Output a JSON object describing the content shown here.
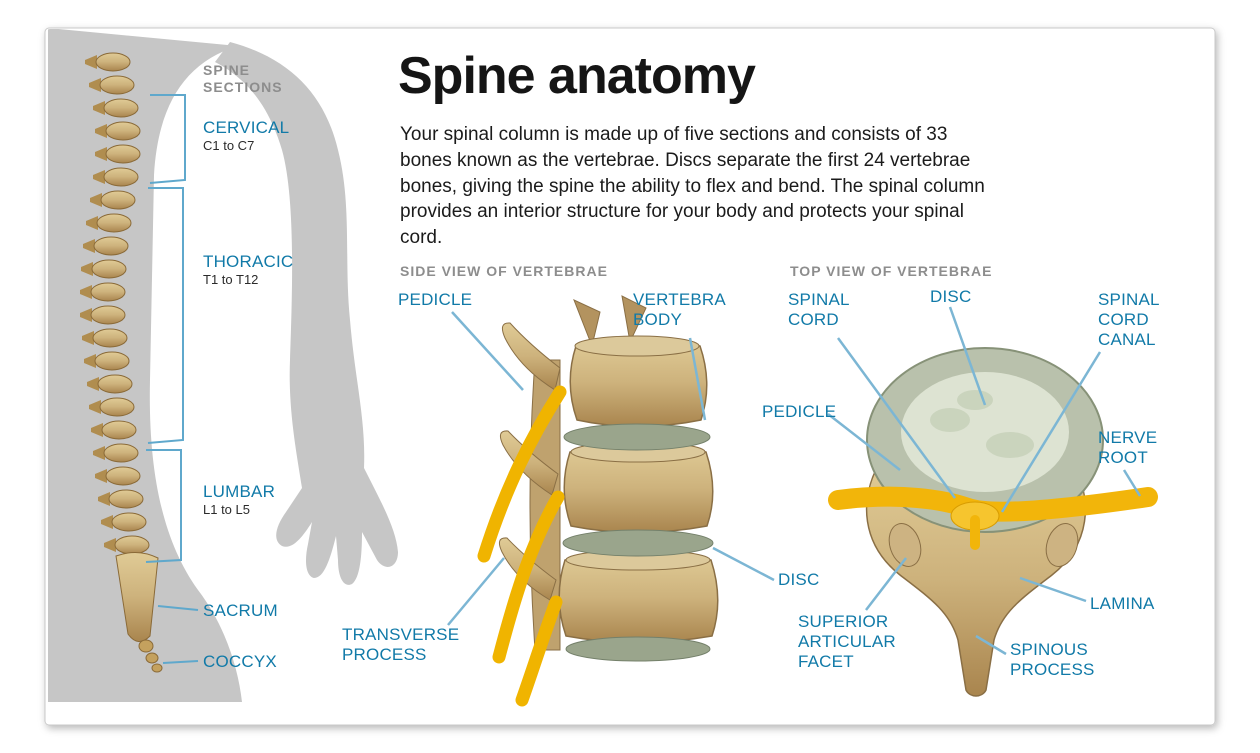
{
  "title": "Spine anatomy",
  "intro": "Your spinal column is made up of five sections and consists of 33 bones known as the vertebrae. Discs separate the first 24 vertebrae bones, giving the spine the ability to flex and bend. The spinal column provides an interior structure for your body and protects your spinal cord.",
  "left_panel": {
    "heading": "SPINE SECTIONS",
    "sections": [
      {
        "name": "CERVICAL",
        "range": "C1 to C7"
      },
      {
        "name": "THORACIC",
        "range": "T1 to T12"
      },
      {
        "name": "LUMBAR",
        "range": "L1 to L5"
      },
      {
        "name": "SACRUM",
        "range": ""
      },
      {
        "name": "COCCYX",
        "range": ""
      }
    ]
  },
  "side_view": {
    "heading": "SIDE VIEW OF VERTEBRAE",
    "labels": {
      "pedicle": "PEDICLE",
      "vertebra_body": "VERTEBRA BODY",
      "disc": "DISC",
      "transverse_process": "TRANSVERSE PROCESS"
    }
  },
  "top_view": {
    "heading": "TOP VIEW OF VERTEBRAE",
    "labels": {
      "spinal_cord": "SPINAL CORD",
      "disc": "DISC",
      "spinal_cord_canal": "SPINAL CORD CANAL",
      "pedicle": "PEDICLE",
      "nerve_root": "NERVE ROOT",
      "lamina": "LAMINA",
      "superior_articular_facet": "SUPERIOR ARTICULAR FACET",
      "spinous_process": "SPINOUS PROCESS"
    }
  },
  "colors": {
    "label_blue": "#117aa8",
    "heading_gray": "#8d8d8d",
    "leader_line": "#7cb6d4",
    "bracket_blue": "#5fa8cc",
    "bone_tan": "#c7ab79",
    "disc_green": "#9aa58c",
    "nerve_yellow": "#f2b50a",
    "silhouette_gray": "#c6c6c6",
    "background": "#ffffff"
  }
}
